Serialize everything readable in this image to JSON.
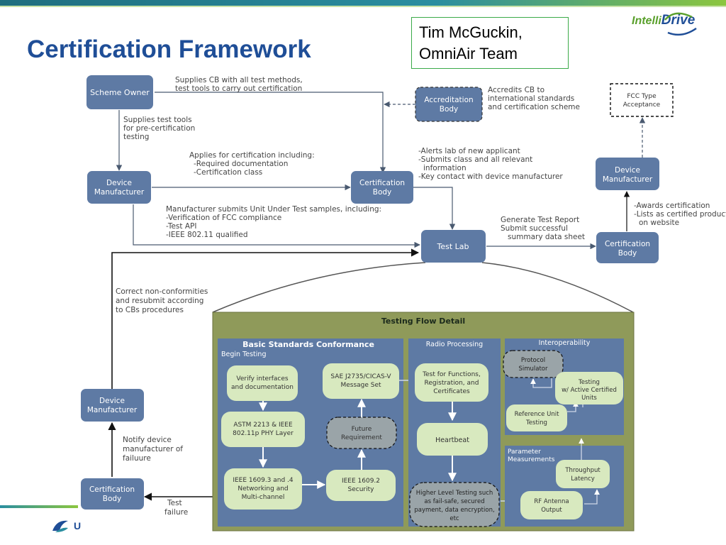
{
  "title": "Certification Framework",
  "author": {
    "line1": "Tim McGuckin,",
    "line2": "OmniAir Team"
  },
  "logo": {
    "part1": "Intelli",
    "part2": "Drive"
  },
  "footer": {
    "text": "U"
  },
  "colors": {
    "node": "#5e7aa4",
    "node_text": "#ffffff",
    "panel": "#8f9a5a",
    "subpanel": "#5e7aa4",
    "pill": "#d8e9bf",
    "gray_pill": "#9aa4a8",
    "arrow": "#4a5a70",
    "title_blue": "#1f4e97"
  },
  "nodes": {
    "scheme_owner": "Scheme Owner",
    "accreditation_body": [
      "Accreditation",
      "Body"
    ],
    "fcc_type_acceptance": [
      "FCC Type",
      "Acceptance"
    ],
    "device_mfr_top": [
      "Device",
      "Manufacturer"
    ],
    "cert_body_mid": [
      "Certification",
      "Body"
    ],
    "test_lab": "Test Lab",
    "device_mfr_right": [
      "Device",
      "Manufacturer"
    ],
    "cert_body_right": [
      "Certification",
      "Body"
    ],
    "device_mfr_left": [
      "Device",
      "Manufacturer"
    ],
    "cert_body_left": [
      "Certification",
      "Body"
    ]
  },
  "annotations": {
    "scheme_to_cb": [
      "Supplies CB with all test methods,",
      "test tools to carry out certification"
    ],
    "scheme_to_dm": [
      "Supplies test tools",
      "for pre-certification",
      "testing"
    ],
    "accreditation": [
      "Accredits CB to",
      "international standards",
      "and certification scheme"
    ],
    "applies": [
      "Applies for certification including:",
      "-Required documentation",
      "-Certification class"
    ],
    "alerts": [
      "-Alerts lab of new applicant",
      "-Submits class and all relevant",
      "information",
      "-Key contact with device manufacturer"
    ],
    "submits": [
      "Manufacturer submits Unit Under Test samples, including:",
      "-Verification of FCC compliance",
      "-Test API",
      "-IEEE 802.11 qualified"
    ],
    "report": [
      "Generate Test Report",
      "Submit successful",
      "summary data sheet"
    ],
    "awards": [
      "-Awards certification",
      "-Lists as certified product",
      "on website"
    ],
    "correct": [
      "Correct non-conformities",
      "and resubmit according",
      "to CBs procedures"
    ],
    "notify": [
      "Notify device",
      "manufacturer of",
      "failuure"
    ],
    "test_failure": [
      "Test",
      "failure"
    ]
  },
  "testing_flow": {
    "title": "Testing Flow Detail",
    "basic": {
      "title": "Basic Standards Conformance",
      "subtitle": "Begin Testing",
      "verify": [
        "Verify interfaces",
        "and documentation"
      ],
      "astm": [
        "ASTM 2213 & IEEE",
        "802.11p PHY Layer"
      ],
      "ieee16093": [
        "IEEE 1609.3 and .4",
        "Networking and",
        "Multi-channel"
      ],
      "ieee16092": [
        "IEEE 1609.2",
        "Security"
      ],
      "future": [
        "Future",
        "Requirement"
      ],
      "sae": [
        "SAE J2735/CICAS-V",
        "Message Set"
      ]
    },
    "radio": {
      "title": "Radio Processing",
      "functions": [
        "Test  for Functions,",
        "Registration, and",
        "Certificates"
      ],
      "heartbeat": "Heartbeat",
      "higher": [
        "Higher Level  Testing such",
        "as fail-safe, secured",
        "payment, data encryption,",
        "etc"
      ]
    },
    "interop": {
      "title": "Interoperability",
      "protocol": [
        "Protocol",
        "Simulator"
      ],
      "testing_units": [
        "Testing",
        "w/ Active Certified",
        "Units"
      ],
      "reference": [
        "Reference Unit",
        "Testing"
      ]
    },
    "param": {
      "title": [
        "Parameter",
        "Measurements"
      ],
      "throughput": [
        "Throughput",
        "Latency"
      ],
      "rf": [
        "RF Antenna",
        "Output"
      ]
    }
  }
}
